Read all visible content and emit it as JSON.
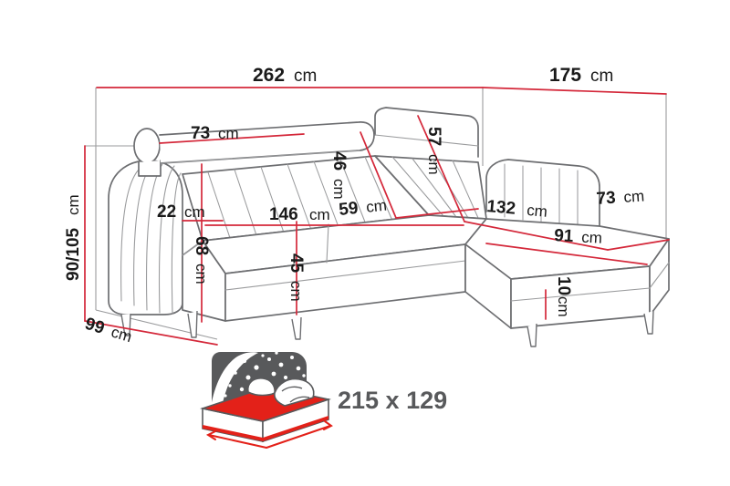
{
  "meta": {
    "title": "Corner sofa bed dimension diagram",
    "colors": {
      "dimension_red": "#d4283a",
      "outline_gray": "#6d6e71",
      "light_gray": "#9a9b9d",
      "text_black": "#1a1a1a",
      "icon_gray": "#58595b",
      "mattress_red": "#e32119",
      "background": "#ffffff"
    }
  },
  "dimensions": {
    "total_width": {
      "value": "262",
      "unit": "cm",
      "name": "overall-width"
    },
    "total_depth_right": {
      "value": "175",
      "unit": "cm",
      "name": "overall-depth-right"
    },
    "headrest_width": {
      "value": "73",
      "unit": "cm",
      "name": "headrest-width"
    },
    "backrest_height": {
      "value": "46",
      "unit": "cm",
      "name": "backrest-height"
    },
    "corner_back_height": {
      "value": "57",
      "unit": "cm",
      "name": "corner-backrest-height"
    },
    "seat_depth": {
      "value": "59",
      "unit": "cm",
      "name": "seat-depth"
    },
    "chaise_length": {
      "value": "132",
      "unit": "cm",
      "name": "chaise-length"
    },
    "chaise_arm_width": {
      "value": "73",
      "unit": "cm",
      "name": "chaise-arm-width"
    },
    "chaise_width": {
      "value": "91",
      "unit": "cm",
      "name": "chaise-width"
    },
    "overall_height": {
      "value": "90/105",
      "unit": "cm",
      "name": "overall-height"
    },
    "arm_height_above_seat": {
      "value": "22",
      "unit": "cm",
      "name": "armrest-height-above-seat"
    },
    "arm_total_height": {
      "value": "68",
      "unit": "cm",
      "name": "armrest-total-height"
    },
    "seat_width": {
      "value": "146",
      "unit": "cm",
      "name": "seat-width"
    },
    "seat_height": {
      "value": "45",
      "unit": "cm",
      "name": "seat-height"
    },
    "depth_left": {
      "value": "99",
      "unit": "cm",
      "name": "overall-depth-left"
    },
    "leg_height": {
      "value": "10",
      "unit": "cm",
      "name": "leg-height"
    }
  },
  "sleeping_area": {
    "icon": "bed-with-night-sky-icon",
    "label": "215 x 129"
  }
}
